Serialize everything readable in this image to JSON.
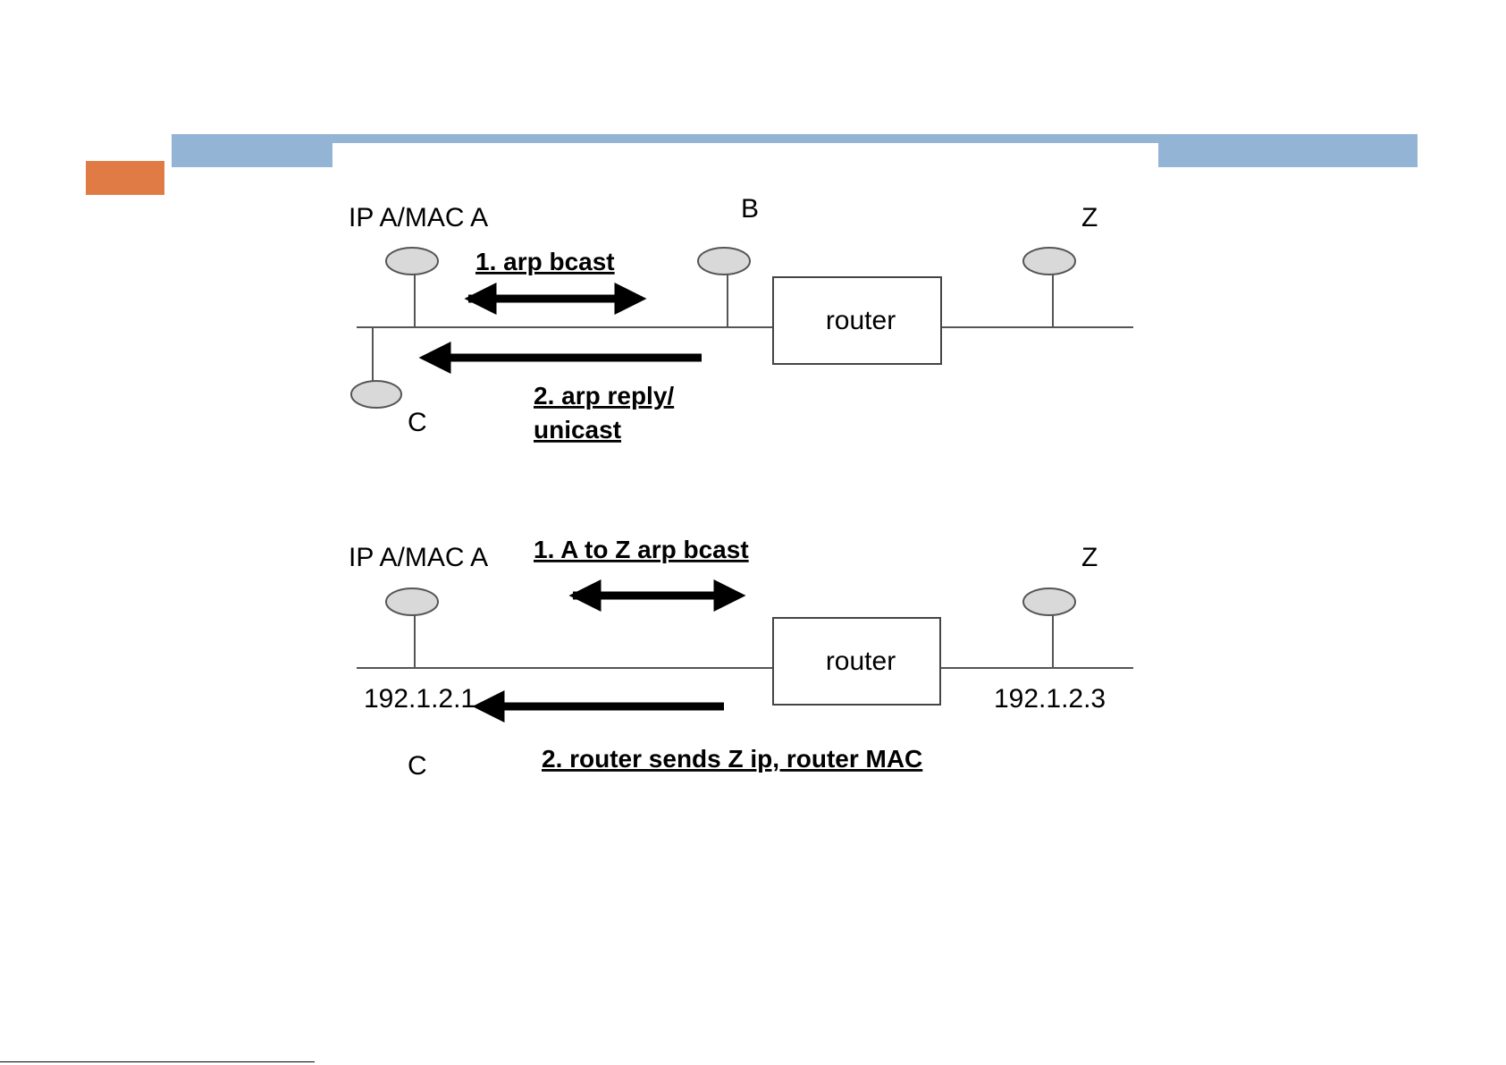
{
  "colors": {
    "accent": "#e07b45",
    "band": "#93b4d4"
  },
  "diagram1": {
    "node_a_label": "IP A/MAC A",
    "node_b_label": "B",
    "node_z_label": "Z",
    "node_c_label": "C",
    "router_label": "router",
    "step1": "1. arp bcast",
    "step2_line1": "2. arp reply/",
    "step2_line2": "unicast"
  },
  "diagram2": {
    "node_a_label": "IP A/MAC A",
    "node_z_label": "Z",
    "node_c_label": "C",
    "router_label": "router",
    "ip_a": "192.1.2.1",
    "ip_z": "192.1.2.3",
    "step1": "1. A to Z arp bcast",
    "step2": "2. router sends Z ip, router MAC"
  }
}
